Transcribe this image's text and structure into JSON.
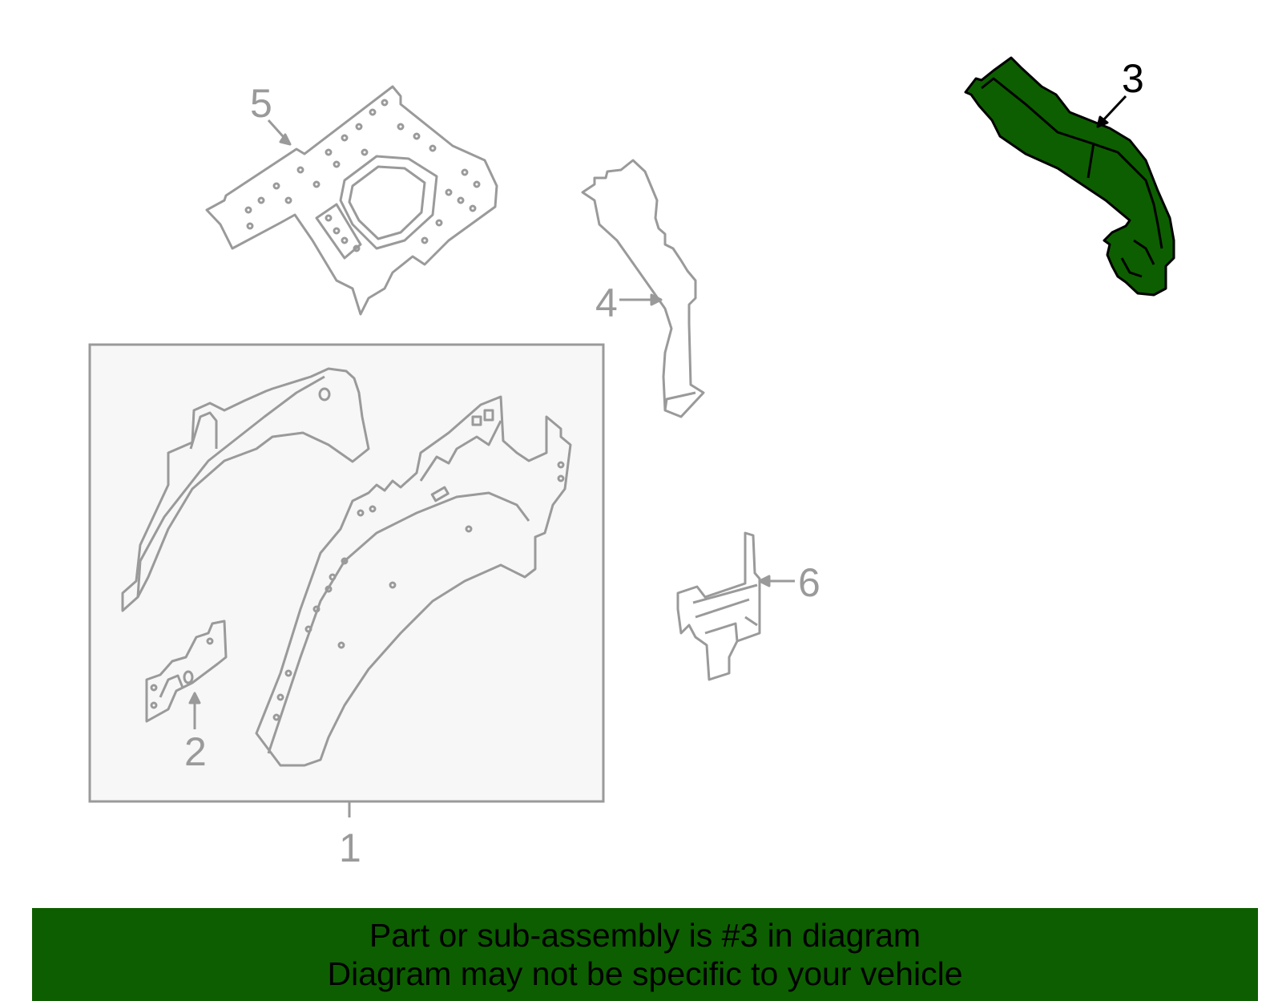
{
  "diagram": {
    "callouts": [
      {
        "id": "1",
        "label": "1",
        "highlighted": false
      },
      {
        "id": "2",
        "label": "2",
        "highlighted": false
      },
      {
        "id": "3",
        "label": "3",
        "highlighted": true
      },
      {
        "id": "4",
        "label": "4",
        "highlighted": false
      },
      {
        "id": "5",
        "label": "5",
        "highlighted": false
      },
      {
        "id": "6",
        "label": "6",
        "highlighted": false
      }
    ],
    "colors": {
      "highlight_fill": "#0d5e00",
      "highlight_stroke": "#000000",
      "part_stroke": "#9a9a9a",
      "group_box_fill": "#f7f7f7"
    }
  },
  "banner": {
    "line1": "Part or sub-assembly is #3 in diagram",
    "line2": "Diagram may not be specific to your vehicle",
    "background": "#0d5e00"
  }
}
